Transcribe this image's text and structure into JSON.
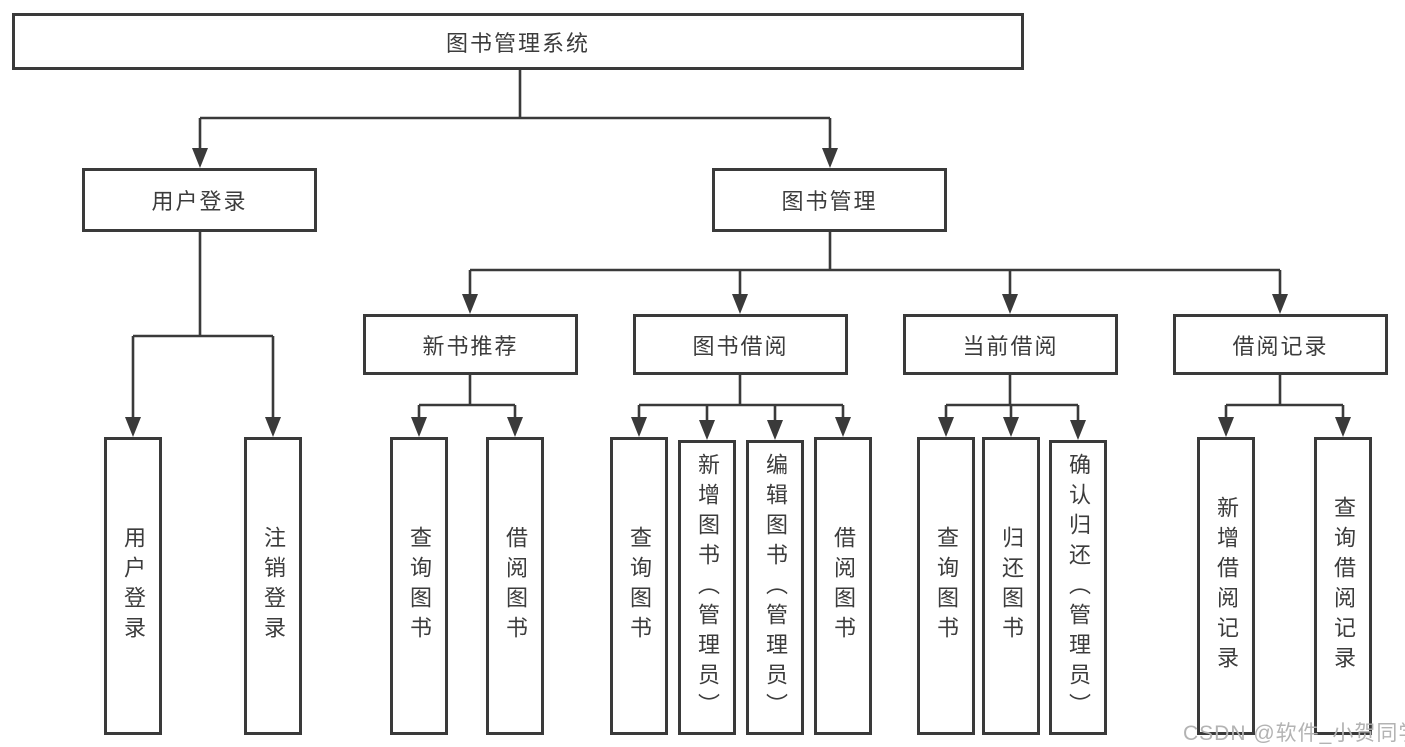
{
  "nodes": {
    "root": "图书管理系统",
    "user_login": "用户登录",
    "book_mgmt": "图书管理",
    "new_books": "新书推荐",
    "book_borrow": "图书借阅",
    "current_borrow": "当前借阅",
    "borrow_records": "借阅记录"
  },
  "leaves": {
    "user_login": [
      "用户登录",
      "注销登录"
    ],
    "new_books": [
      "查询图书",
      "借阅图书"
    ],
    "book_borrow": [
      "查询图书",
      "新增图书（管理员）",
      "编辑图书（管理员）",
      "借阅图书"
    ],
    "current_borrow": [
      "查询图书",
      "归还图书",
      "确认归还（管理员）"
    ],
    "borrow_records": [
      "新增借阅记录",
      "查询借阅记录"
    ]
  },
  "watermark": "CSDN @软件_小贺同学",
  "colors": {
    "line": "#3a3a3a",
    "text": "#3c3c3c",
    "box_bg": "#ffffff",
    "watermark": "#b3b3b3",
    "background": "#ffffff"
  }
}
